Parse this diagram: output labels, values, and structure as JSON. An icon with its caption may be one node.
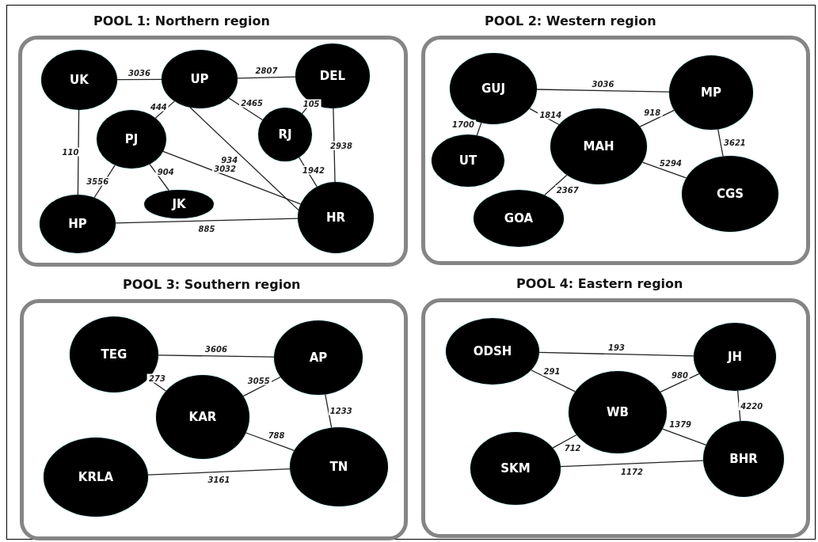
{
  "diagram": {
    "nodes": [
      {
        "text": [
          "POOL 1: Northern region"
        ]
      },
      {
        "text": [
          "UK"
        ],
        "in": 0
      },
      {
        "text": [
          "UP"
        ],
        "in": 0
      },
      {
        "text": [
          "DEL"
        ],
        "in": 0
      },
      {
        "text": [
          "PJ"
        ],
        "in": 0
      },
      {
        "text": [
          "RJ"
        ],
        "in": 0
      },
      {
        "text": [
          "JK"
        ],
        "in": 0
      },
      {
        "text": [
          "HP"
        ],
        "in": 0
      },
      {
        "text": [
          "HR"
        ],
        "in": 0
      },
      {
        "text": [
          "POOL 2: Western region"
        ]
      },
      {
        "text": [
          "GUJ"
        ],
        "in": 9
      },
      {
        "text": [
          "MP"
        ],
        "in": 9
      },
      {
        "text": [
          "MAH"
        ],
        "in": 9
      },
      {
        "text": [
          "UT"
        ],
        "in": 9
      },
      {
        "text": [
          "GOA"
        ],
        "in": 9
      },
      {
        "text": [
          "CGS"
        ],
        "in": 9
      },
      {
        "text": [
          "POOL 3: Southern region"
        ]
      },
      {
        "text": [
          "TEG"
        ],
        "in": 16
      },
      {
        "text": [
          "AP"
        ],
        "in": 16
      },
      {
        "text": [
          "KAR"
        ],
        "in": 16
      },
      {
        "text": [
          "KRLA"
        ],
        "in": 16
      },
      {
        "text": [
          "TN"
        ],
        "in": 16
      },
      {
        "text": [
          "POOL 4: Eastern region"
        ]
      },
      {
        "text": [
          "ODSH"
        ],
        "in": 22
      },
      {
        "text": [
          "JH"
        ],
        "in": 22
      },
      {
        "text": [
          "WB"
        ],
        "in": 22
      },
      {
        "text": [
          "SKM"
        ],
        "in": 22
      },
      {
        "text": [
          "BHR"
        ],
        "in": 22
      }
    ],
    "edges": [
      {
        "from": 1,
        "to": 2,
        "arrow": "none",
        "label": "3036"
      },
      {
        "from": 2,
        "to": 3,
        "arrow": "none",
        "label": "2807"
      },
      {
        "from": 2,
        "to": 4,
        "arrow": "none",
        "label": "444"
      },
      {
        "from": 2,
        "to": 5,
        "arrow": "none",
        "label": "2465"
      },
      {
        "from": 3,
        "to": 5,
        "arrow": "none",
        "label": "105"
      },
      {
        "from": 2,
        "to": 8,
        "arrow": "none",
        "label": "934"
      },
      {
        "from": 3,
        "to": 8,
        "arrow": "none",
        "label": "2938"
      },
      {
        "from": 1,
        "to": 7,
        "arrow": "none",
        "label": "110"
      },
      {
        "from": 4,
        "to": 7,
        "arrow": "none",
        "label": "3556"
      },
      {
        "from": 4,
        "to": 6,
        "arrow": "none",
        "label": "904"
      },
      {
        "from": 4,
        "to": 8,
        "arrow": "none",
        "label": "3032"
      },
      {
        "from": 5,
        "to": 8,
        "arrow": "none",
        "label": "1942"
      },
      {
        "from": 7,
        "to": 8,
        "arrow": "none",
        "label": "885"
      },
      {
        "from": 10,
        "to": 11,
        "arrow": "none",
        "label": "3036"
      },
      {
        "from": 10,
        "to": 13,
        "arrow": "none",
        "label": "1700"
      },
      {
        "from": 10,
        "to": 12,
        "arrow": "none",
        "label": "1814"
      },
      {
        "from": 12,
        "to": 11,
        "arrow": "none",
        "label": "918"
      },
      {
        "from": 11,
        "to": 15,
        "arrow": "none",
        "label": "3621"
      },
      {
        "from": 12,
        "to": 14,
        "arrow": "none",
        "label": "2367"
      },
      {
        "from": 12,
        "to": 15,
        "arrow": "none",
        "label": "5294"
      },
      {
        "from": 17,
        "to": 18,
        "arrow": "none",
        "label": "3606"
      },
      {
        "from": 17,
        "to": 19,
        "arrow": "none",
        "label": "273"
      },
      {
        "from": 19,
        "to": 18,
        "arrow": "none",
        "label": "3055"
      },
      {
        "from": 18,
        "to": 21,
        "arrow": "none",
        "label": "1233"
      },
      {
        "from": 19,
        "to": 21,
        "arrow": "none",
        "label": "788"
      },
      {
        "from": 20,
        "to": 21,
        "arrow": "none",
        "label": "3161"
      },
      {
        "from": 23,
        "to": 24,
        "arrow": "none",
        "label": "193"
      },
      {
        "from": 23,
        "to": 25,
        "arrow": "none",
        "label": "291"
      },
      {
        "from": 25,
        "to": 24,
        "arrow": "none",
        "label": "980"
      },
      {
        "from": 24,
        "to": 27,
        "arrow": "none",
        "label": "4220"
      },
      {
        "from": 25,
        "to": 27,
        "arrow": "none",
        "label": "1379"
      },
      {
        "from": 25,
        "to": 26,
        "arrow": "none",
        "label": "712"
      },
      {
        "from": 26,
        "to": 27,
        "arrow": "none",
        "label": "1172"
      }
    ]
  }
}
